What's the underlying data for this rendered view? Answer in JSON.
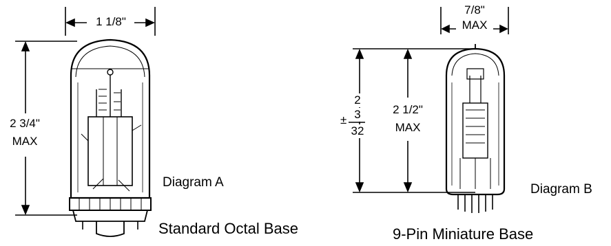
{
  "diagram_a": {
    "width_label": "1 1/8\"",
    "height_label_line1": "2 3/4\"",
    "height_label_line2": "MAX",
    "diagram_label": "Diagram A",
    "base_caption": "Standard Octal Base"
  },
  "diagram_b": {
    "width_label_line1": "7/8\"",
    "width_label_line2": "MAX",
    "min_height_pm": "±",
    "min_height_whole": "2",
    "min_height_num": "3",
    "min_height_den": "32",
    "height_label_line1": "2 1/2\"",
    "height_label_line2": "MAX",
    "diagram_label": "Diagram B",
    "base_caption": "9-Pin Miniature Base"
  },
  "icons": [
    "octal-tube-icon",
    "miniature-tube-icon"
  ]
}
